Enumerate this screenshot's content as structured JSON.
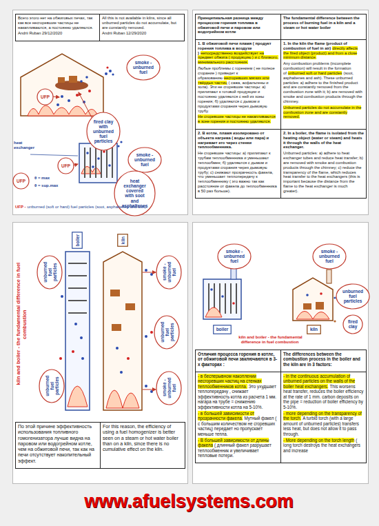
{
  "diagram": {
    "nodes": [
      {
        "text": [
          "smoke - unburned fuel"
        ]
      },
      {
        "text": [
          "UFP"
        ]
      },
      {
        "text": [
          "fired clay with unburned fuel particles"
        ]
      },
      {
        "text": [
          "UFP"
        ]
      },
      {
        "text": [
          "smoke - unburned fuel"
        ]
      },
      {
        "text": [
          "UFP"
        ]
      },
      {
        "text": [
          "heat exchanger covered with soot and asphaltenes"
        ]
      },
      {
        "text": [
          "boiler"
        ]
      },
      {
        "text": [
          "kiln"
        ]
      },
      {
        "text": [
          "unburned fuel particles"
        ]
      },
      {
        "text": [
          "smoke - unburned fuel"
        ]
      },
      {
        "text": [
          "unburned fuel particles"
        ]
      },
      {
        "text": [
          "unburned fuel particles"
        ]
      },
      {
        "text": [
          "smoke - unburned fuel"
        ]
      },
      {
        "text": [
          "smoke - unburned fuel"
        ]
      },
      {
        "text": [
          "smoke - unburned fuel"
        ]
      },
      {
        "text": [
          "boiler"
        ]
      },
      {
        "text": [
          "kiln"
        ]
      },
      {
        "text": [
          "unburned fuel particles"
        ]
      },
      {
        "text": [
          "fired clay"
        ]
      }
    ],
    "labels": [
      "Всего этого нет на обжиговых печах, так как все несгоревшие частицы не накапливаются, а постоянно удаляются.",
      "Andrii Ruban 29/12/2020",
      "All this is not available in kilns, since all unburned particles do not accumulate, but are constantly removed.",
      "Andrii Ruban 12/29/2020",
      "heat exchanger",
      "θ = max",
      "θ = sup.max",
      "UFP -",
      "unburned (soft or hard) fuel particles (soot, asphaltenes and ash).",
      "Принципиальная разница между процессом горения топлива в обжиговой печи и паровом или водогрейном котле",
      "The fundamental difference between the process of burning fuel in a kiln and a steam or hot water boiler",
      "1. В обжиговой печи пламя ( продукт горения топлива в воздухе )",
      "непосредственно воздействует на предмет обжига ( продукцию ) и с близкого, минимального расстояния.",
      "Любые проблемы с горением ( не полное сгорание ) приведет к образованию",
      "несгоревших мягких или твёрдых частиц",
      "( сажа, асфальтены и зола). Эти не сгоревшие частицы: а) прилипают к готовой продукции и постоянно удаляются с ней из зоны горения; б) удаляются с дымом и продуктами сгорания через дымовую трубу.",
      "Не сгоревшие частицы не накапливаются в зоне горения и постоянно удаляются.",
      "1. In the kiln the flame (product of combustion of fuel in air)",
      "directly affects the fired object (product) and from a close minimum distance.",
      "Any combustion problems (incomplete combustion) will result in the formation of",
      "unburned soft or hard particles",
      "(soot, asphaltenes and ash). These unburned particles: a) adhere to the finished product and are constantly removed from the combustion zone with it; b) are removed with smoke and combustion products through the chimney.",
      "Unburned particles do not accumulate in the combustion zone and are constantly removed.",
      "2. В котле, пламя изолировано от объекта нагрева ( воды или пара) и нагревает его через стенки теплообменника.",
      "Не сгоревшие частицы: а) прилипают к трубам теплообменника и уменьшают теплообмен; б) удаляются с дымом и продуктами сгорания через дымовую трубу; с) снижают прозрачность факела, что уменьшает теплопередачу к теплообменнику ( это важно так как расстояние от факела до теплообменника в 50 раз больше).",
      "2. In a boiler, the flame is isolated from the heating object (water or steam) and heats it through the walls of the heat exchanger.",
      "Unburned particles: a) adhere to heat exchanger tubes and reduce heat transfer; b) are removed with smoke and combustion products through the chimney; c) reduce the transparency of the flame, which reduces heat transfer to the heat exchangers (this is important because the distance from the flame to the heat exchanger is much greater).",
      "kiln and boiler - the fundamental difference in fuel combustion",
      "По этой причине эффективность использования топливного гомогенизатора лучше видна на паровом или водогрейном котле, чем на обжиговой печи, так как на печи отсутствует накопительный эффект.",
      "For this reason, the efficiency of using a fuel homogenizer is better seen on a steam or hot water boiler than on a kiln, since there is no cumulative effect on the kiln.",
      "kiln and boiler - the fundamental difference in fuel combustion",
      "Отличия процесса горения в котле, от обжиговой печи заключаются в 3-х факторах :",
      "The differences between the combustion process in the boiler and the kiln are in 3 factors:",
      "- в бесперывном накоплении несгоревших частиц на стенках теплообменников котла.",
      "Это ухудшает теплопередачу , снижает эффективность котла из расчета 1 мм. нагара на трубе = снижению эффективности котла на 5-10%.",
      "- в большей зависимости от прозрачности факела.",
      "Мутный факел ( с большим количеством не сгоревших частиц) передает но пропускает меньше тепла.",
      "- В большей зависимости от длины факела",
      "( длинный факел разрушает теплообменник и увеличивает тепловые потери.",
      "- in the continuous accumulation of unburned particles on the walls of the boiler heat exchangers.",
      "This worsens heat transfer, reduces the boiler efficiency at the rate of 1 mm. carbon deposits on the pipe = reduction of boiler efficiency by 5-10%.",
      "- more depending on the transparency of the torch.",
      "A turbid torch (with a large amount of unburned particles) transfers less heat, but does not allow it to pass through.",
      "- More depending on the torch length",
      "( long torch destroys the heat exchangers and increase",
      "www.afuelsystems.com"
    ]
  }
}
